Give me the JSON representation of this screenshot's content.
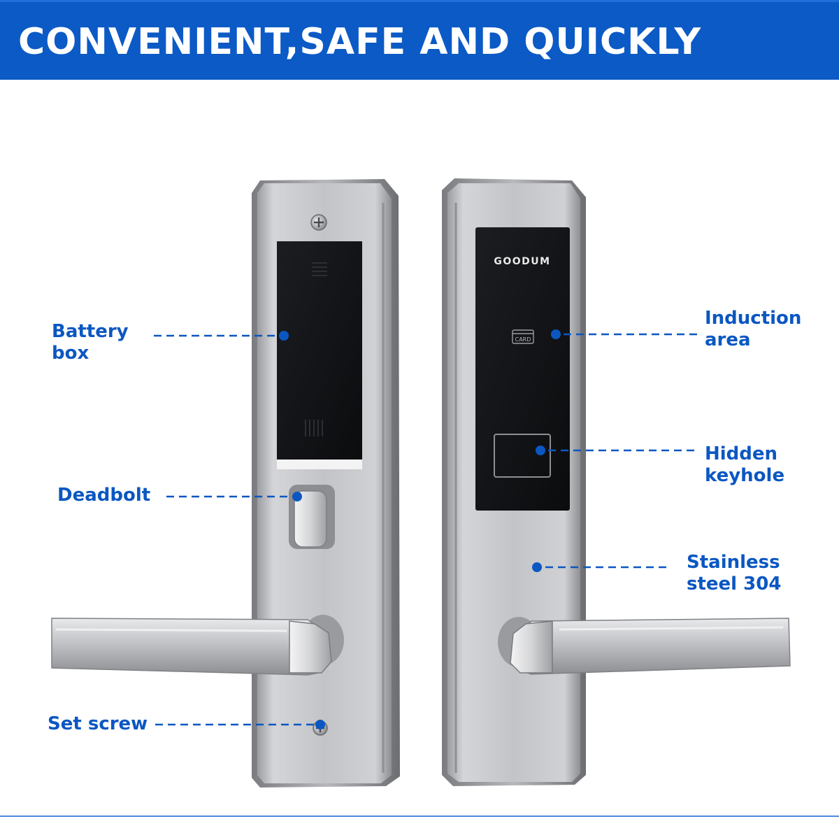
{
  "banner": {
    "title": "CONVENIENT,SAFE AND QUICKLY"
  },
  "product": {
    "brand": "GOODUM",
    "card_icon_text": "CARD"
  },
  "callouts": {
    "battery_box": {
      "line1": "Battery",
      "line2": "box"
    },
    "deadbolt": {
      "line1": "Deadbolt"
    },
    "set_screw": {
      "line1": "Set screw"
    },
    "induction_area": {
      "line1": "Induction",
      "line2": "area"
    },
    "hidden_keyhole": {
      "line1": "Hidden",
      "line2": "keyhole"
    },
    "stainless_steel": {
      "line1": "Stainless",
      "line2": "steel 304"
    }
  },
  "colors": {
    "banner": "#0b5ac6",
    "label": "#0b57c2",
    "steel": "#c2c3c6",
    "panel": "#101114"
  }
}
